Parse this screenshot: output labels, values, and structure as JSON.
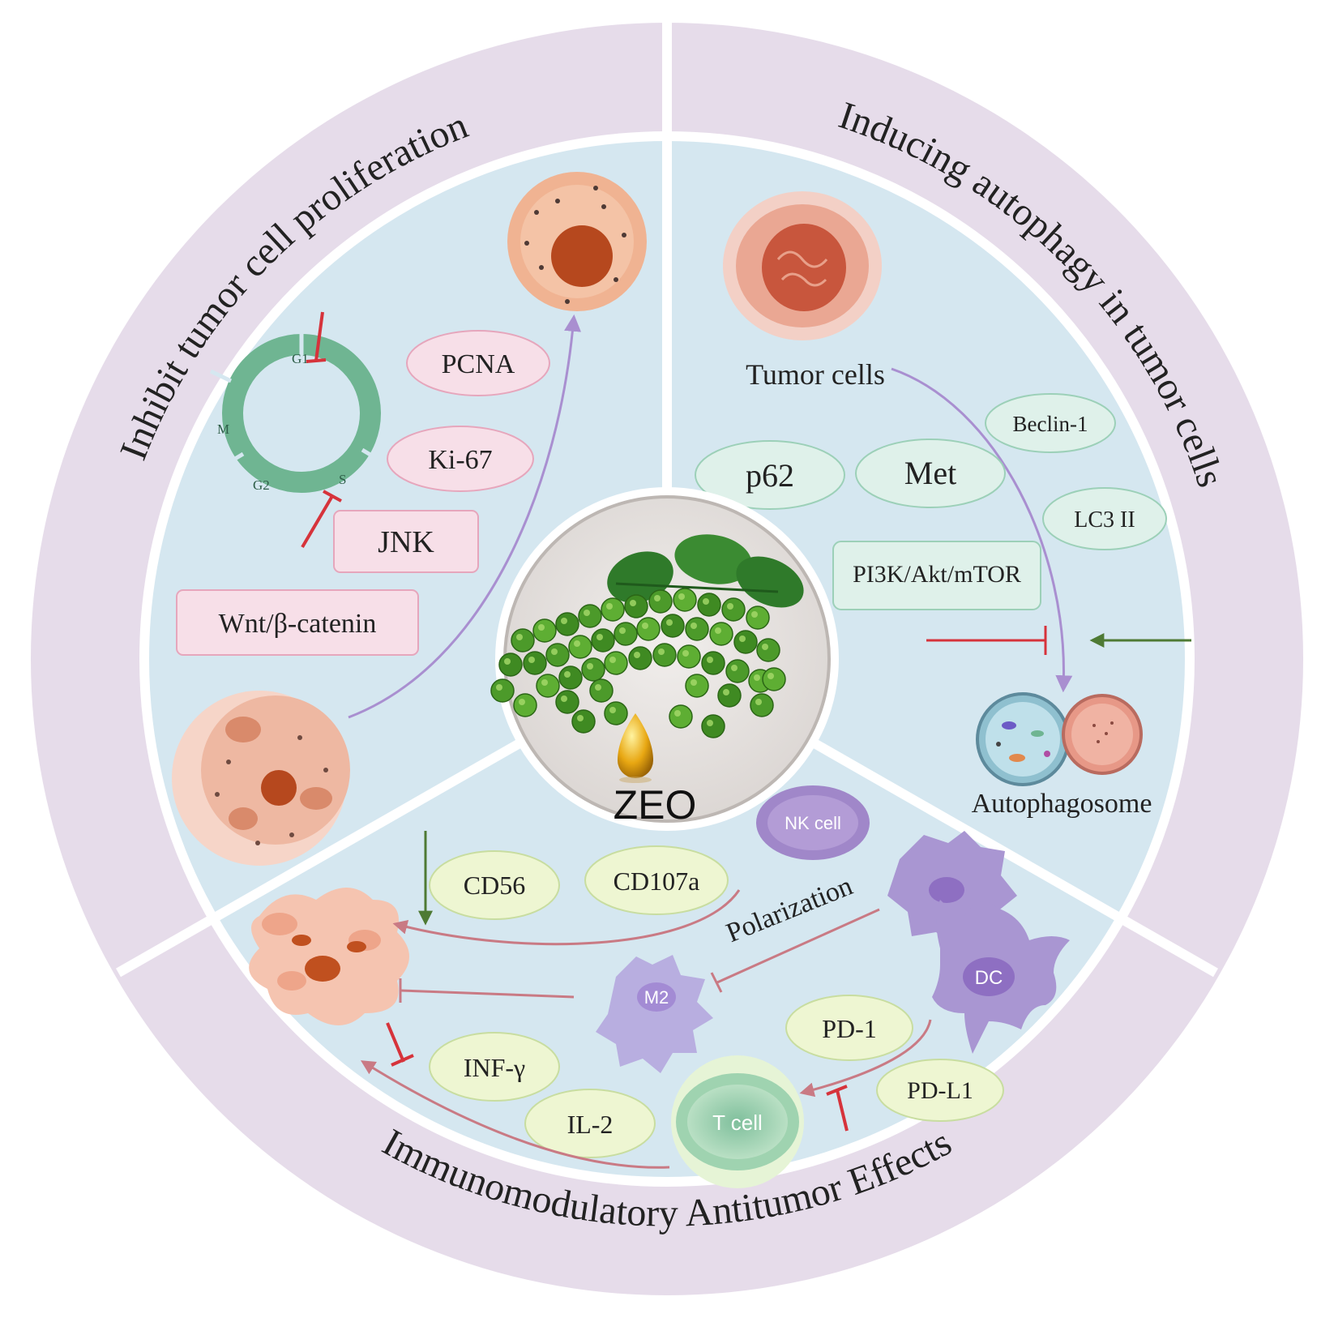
{
  "center": {
    "label": "ZEO"
  },
  "sections": {
    "proliferation": {
      "title": "Inhibit tumor cell proliferation",
      "markers": [
        "PCNA",
        "Ki-67",
        "JNK",
        "Wnt/β-catenin"
      ],
      "cell_cycle": {
        "phases": [
          "G1",
          "S",
          "G2",
          "M"
        ]
      }
    },
    "autophagy": {
      "title": "Inducing autophagy in tumor cells",
      "tumor_label": "Tumor cells",
      "markers": [
        "Beclin-1",
        "p62",
        "Met",
        "LC3 II",
        "PI3K/Akt/mTOR"
      ],
      "result_label": "Autophagosome"
    },
    "immune": {
      "title": "Immunomodulatory Antitumor Effects",
      "cells": {
        "nk": "NK cell",
        "m2": "M2",
        "dc": "DC",
        "t": "T cell"
      },
      "markers": {
        "cd56": "CD56",
        "cd107a": "CD107a",
        "pd1": "PD-1",
        "pdl1": "PD-L1",
        "inf": "INF-γ",
        "il2": "IL-2"
      },
      "process": "Polarization"
    }
  },
  "colors": {
    "outer_ring": "#e6dcea",
    "inner_panel": "#d5e7f0",
    "center_disc": "#e8e4e2",
    "inhibit": "#d6333b",
    "activate": "#4e7a34",
    "flow_arrow": "#a98fd0",
    "pink_tag": "#f7dfe8",
    "green_tag": "#dff1ea",
    "yellow_tag": "#eef6d2"
  }
}
